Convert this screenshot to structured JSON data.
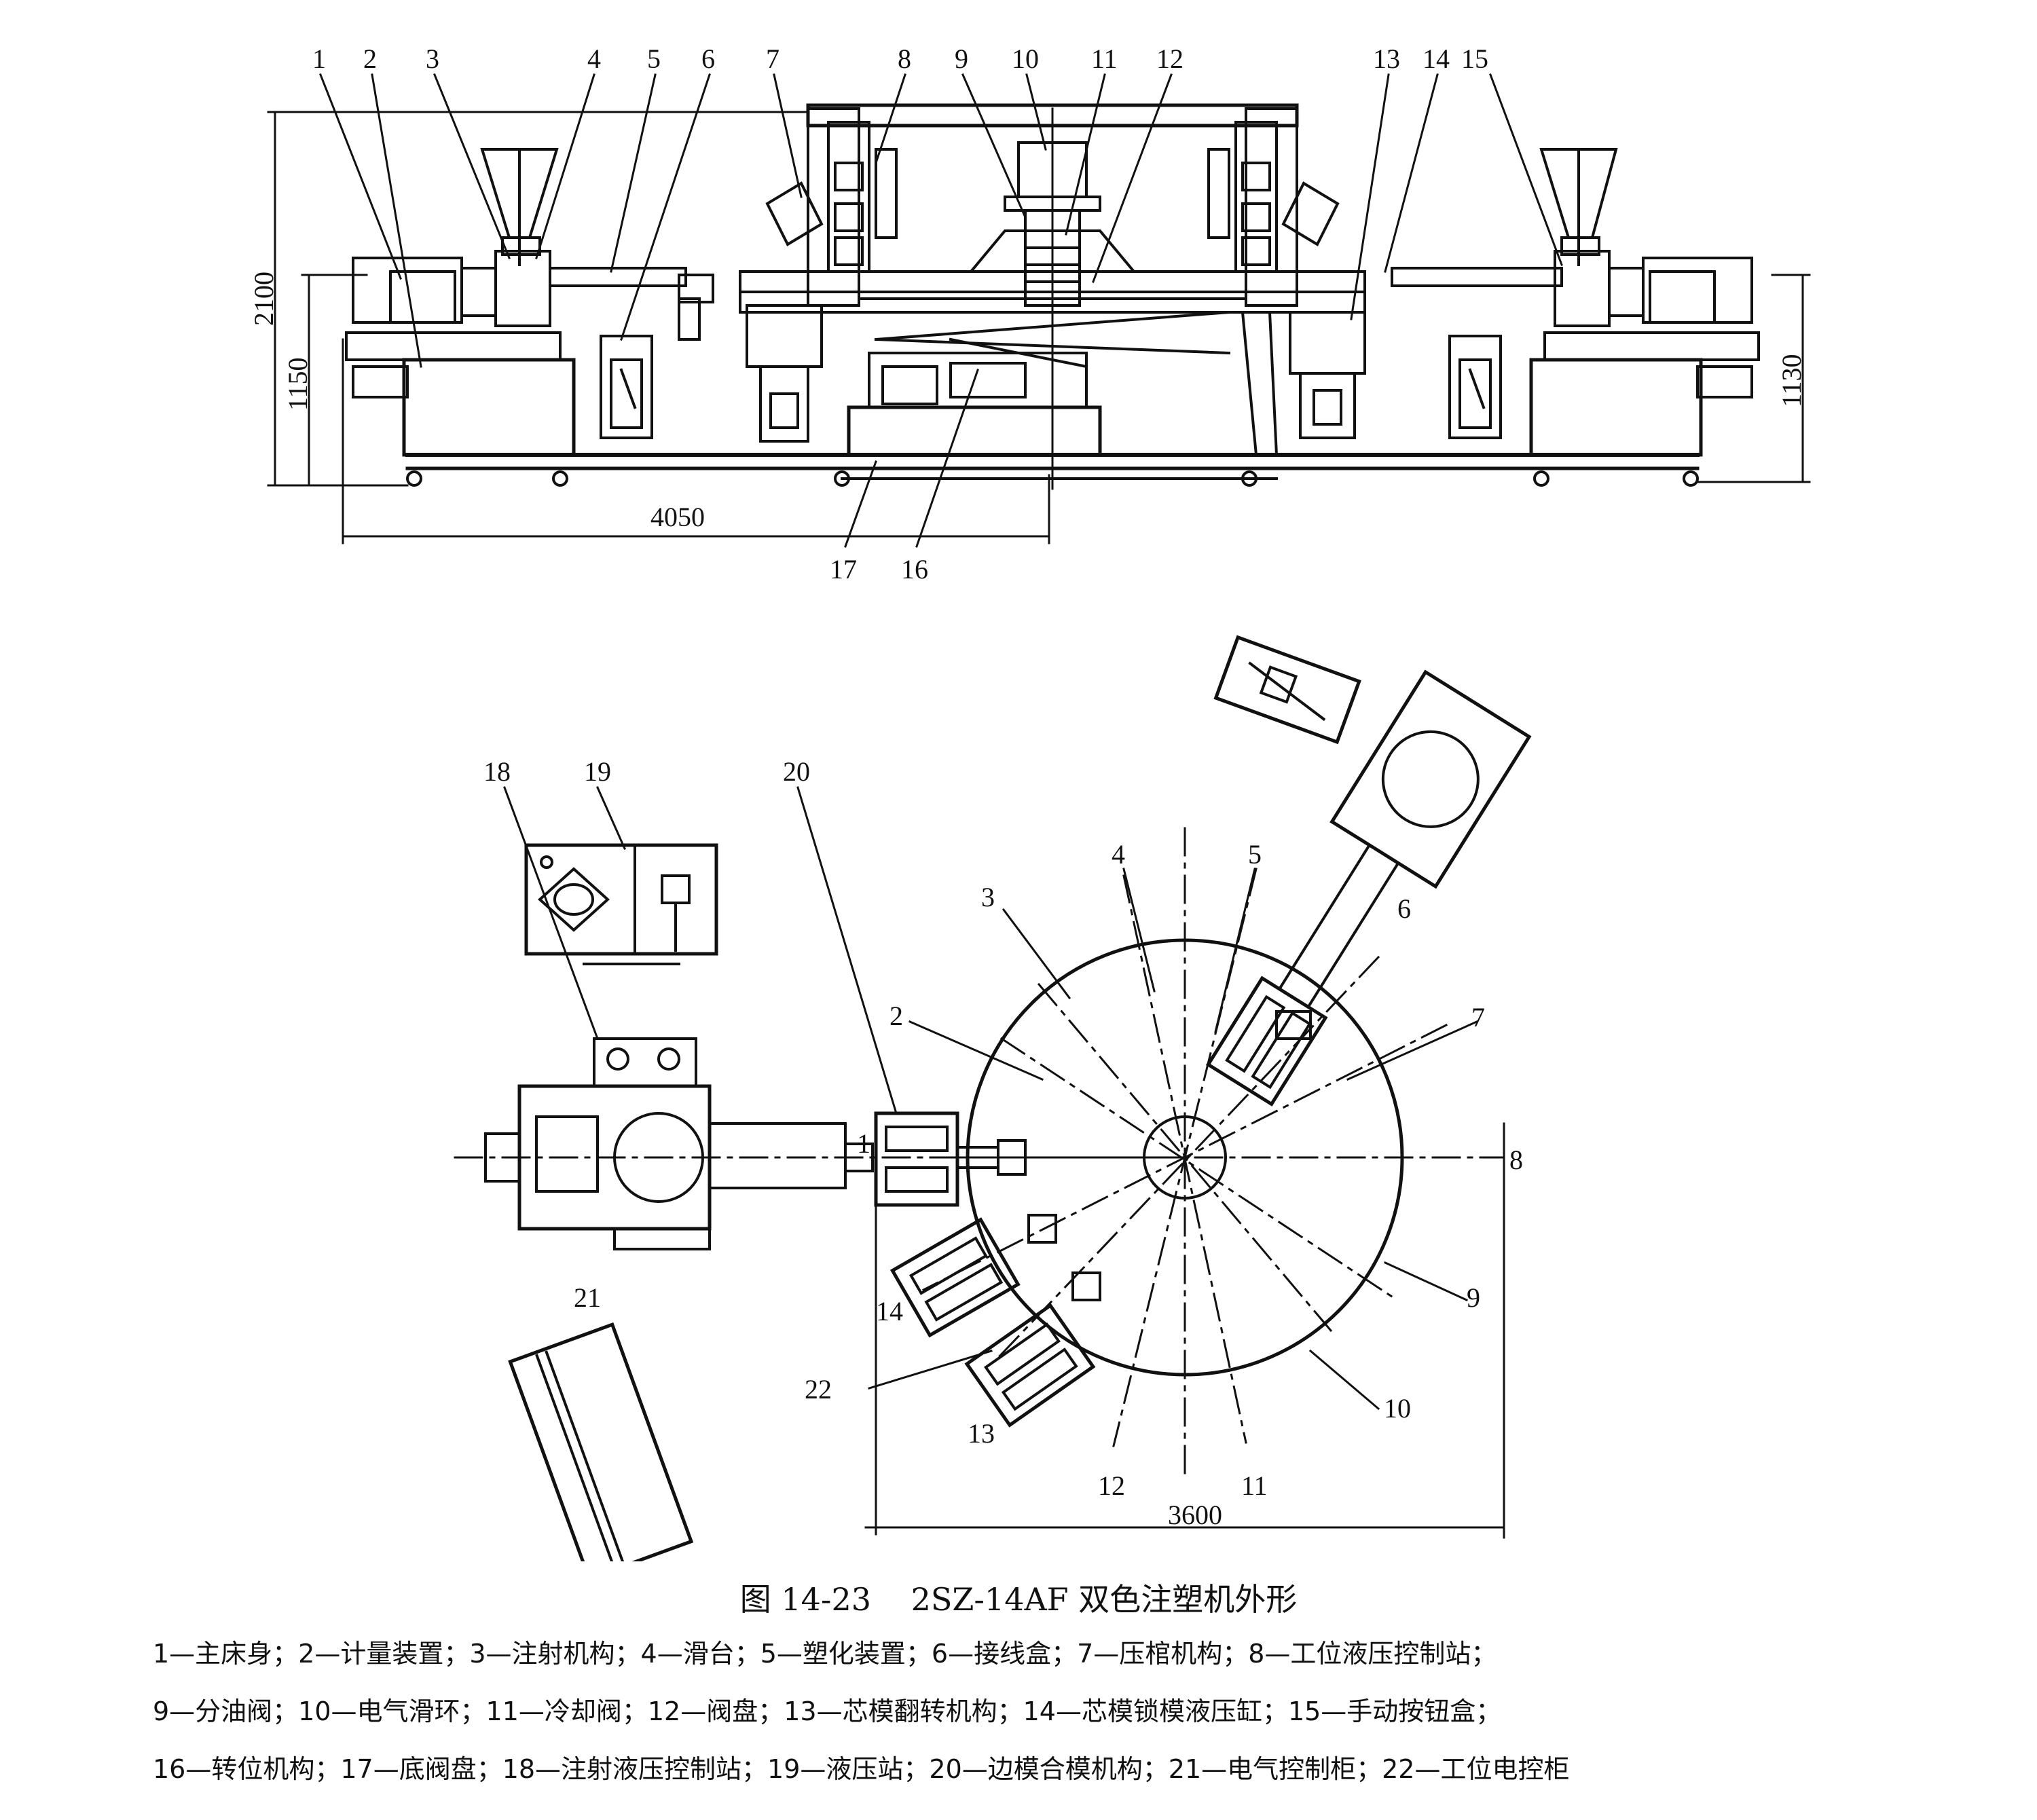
{
  "figure": {
    "number": "图 14-23",
    "title": "2SZ-14AF 双色注塑机外形"
  },
  "dimensions": {
    "elev_height_total": "2100",
    "elev_height_bed_left": "1150",
    "elev_height_bed_right": "1130",
    "elev_length": "4050",
    "plan_width": "3600"
  },
  "elevation_labels": [
    "1",
    "2",
    "3",
    "4",
    "5",
    "6",
    "7",
    "8",
    "9",
    "10",
    "11",
    "12",
    "13",
    "14",
    "15",
    "17",
    "16"
  ],
  "plan_labels": [
    "18",
    "19",
    "20",
    "2",
    "3",
    "4",
    "5",
    "6",
    "7",
    "8",
    "9",
    "10",
    "11",
    "12",
    "13",
    "22",
    "14",
    "21",
    "1"
  ],
  "legend": {
    "line1": "1—主床身；2—计量装置；3—注射机构；4—滑台；5—塑化装置；6—接线盒；7—压棺机构；8—工位液压控制站；",
    "line2": "9—分油阀；10—电气滑环；11—冷却阀；12—阀盘；13—芯模翻转机构；14—芯模锁模液压缸；15—手动按钮盒；",
    "line3": "16—转位机构；17—底阀盘；18—注射液压控制站；19—液压站；20—边模合模机构；21—电气控制柜；22—工位电控柜"
  }
}
